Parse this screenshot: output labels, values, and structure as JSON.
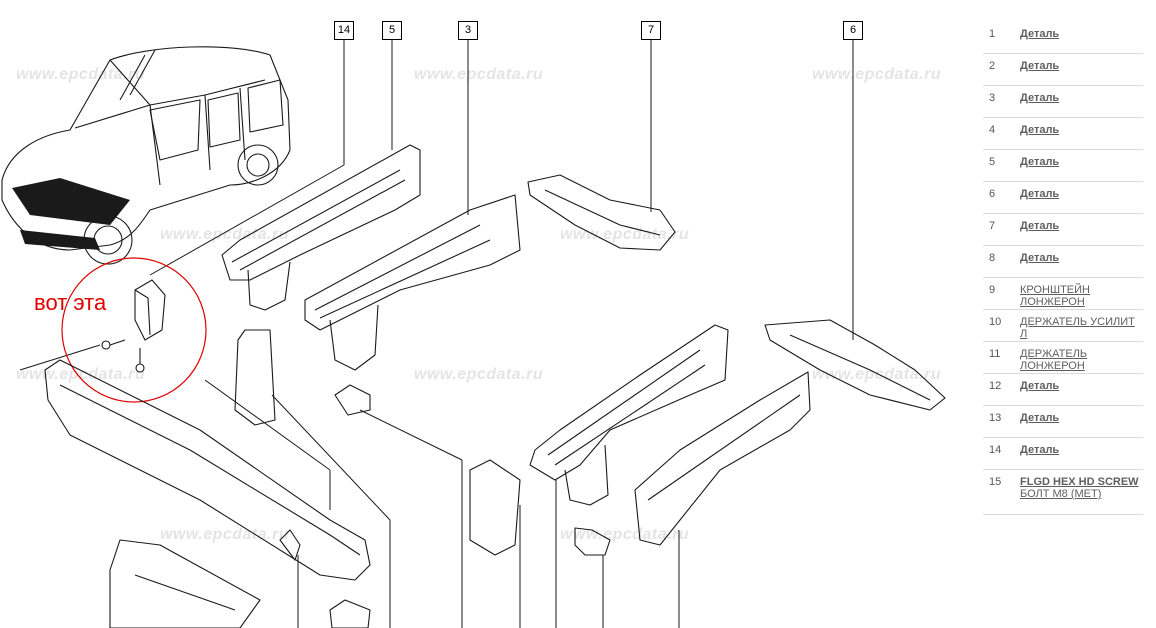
{
  "watermark": "www.epcdata.ru",
  "annotation": "вот эта",
  "callouts": [
    "14",
    "5",
    "3",
    "7",
    "6"
  ],
  "parts": [
    {
      "num": "1",
      "name": "Деталь",
      "bold": true
    },
    {
      "num": "2",
      "name": "Деталь",
      "bold": true
    },
    {
      "num": "3",
      "name": "Деталь",
      "bold": true
    },
    {
      "num": "4",
      "name": "Деталь",
      "bold": true
    },
    {
      "num": "5",
      "name": "Деталь",
      "bold": true
    },
    {
      "num": "6",
      "name": "Деталь",
      "bold": true
    },
    {
      "num": "7",
      "name": "Деталь",
      "bold": true
    },
    {
      "num": "8",
      "name": "Деталь",
      "bold": true
    },
    {
      "num": "9",
      "name": "КРОНШТЕЙН ЛОНЖЕРОН",
      "bold": false
    },
    {
      "num": "10",
      "name": "ДЕРЖАТЕЛЬ УСИЛИТ Л",
      "bold": false
    },
    {
      "num": "11",
      "name": "ДЕРЖАТЕЛЬ ЛОНЖЕРОН",
      "bold": false
    },
    {
      "num": "12",
      "name": "Деталь",
      "bold": true
    },
    {
      "num": "13",
      "name": "Деталь",
      "bold": true
    },
    {
      "num": "14",
      "name": "Деталь",
      "bold": true
    },
    {
      "num": "15",
      "name": "FLGD HEX HD SCREW",
      "bold": true,
      "subname": "БОЛТ М8 (МЕТ)"
    }
  ],
  "colors": {
    "annotation": "#e00000",
    "link": "#5f5f5f",
    "watermark": "#e4e4e4"
  }
}
